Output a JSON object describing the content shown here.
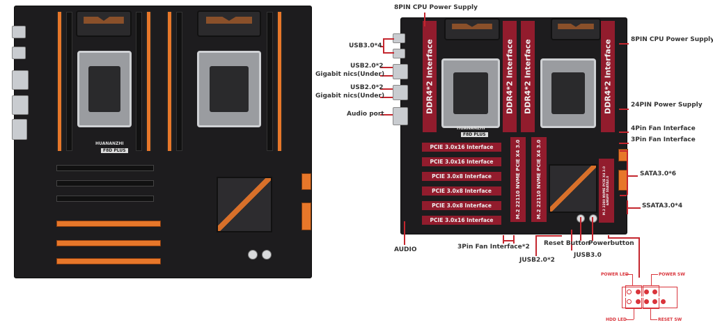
{
  "left_board": {
    "brand": "HUANANZHI",
    "model": "F8D PLUS"
  },
  "right_board": {
    "brand": "HUANANZHI",
    "model": "F8D PLUS",
    "ddr_label": "DDR4*2 Interface",
    "pcie_slots": [
      "PCIE 3.0x16 Interface",
      "PCIE 3.0x16 Interface",
      "PCIE 3.0x8 Interface",
      "PCIE 3.0x8 Interface",
      "PCIE 3.0x8 Interface",
      "PCIE 3.0x16 Interface"
    ],
    "m2_slots": [
      "M.2 22110 NVME PCIE X4 3.0",
      "M.2 22110 NVME PCIE X4 3.0"
    ],
    "m2_third": [
      "M.2 2280 NVME PCIE X4 3.0",
      "&NGFF SSATA3.0"
    ]
  },
  "callouts": {
    "cpu_power_top": "8PIN CPU Power Supply",
    "usb30": "USB3.0*4",
    "usb20_a": "USB2.0*2",
    "nics_a": "Gigabit nics(Under)",
    "usb20_b": "USB2.0*2",
    "nics_b": "Gigabit nics(Under)",
    "audio_port": "Audio port",
    "cpu_power_right": "8PIN CPU Power Supply",
    "atx_power": "24PIN Power Supply",
    "fan4": "4Pin Fan Interface",
    "fan3": "3Pin Fan Interface",
    "sata": "SATA3.0*6",
    "ssata": "SSATA3.0*4",
    "audio": "AUDIO",
    "fan3x2": "3Pin  Fan Interface*2",
    "reset_button": "Reset Button",
    "power_button": "Powerbutton",
    "jusb20": "JUSB2.0*2",
    "jusb30": "JUSB3.0"
  },
  "front_panel": {
    "power_led": "POWER LED",
    "power_sw": "POWER SW",
    "hdd_led": "HDD LED",
    "reset_sw": "RESET SW"
  }
}
